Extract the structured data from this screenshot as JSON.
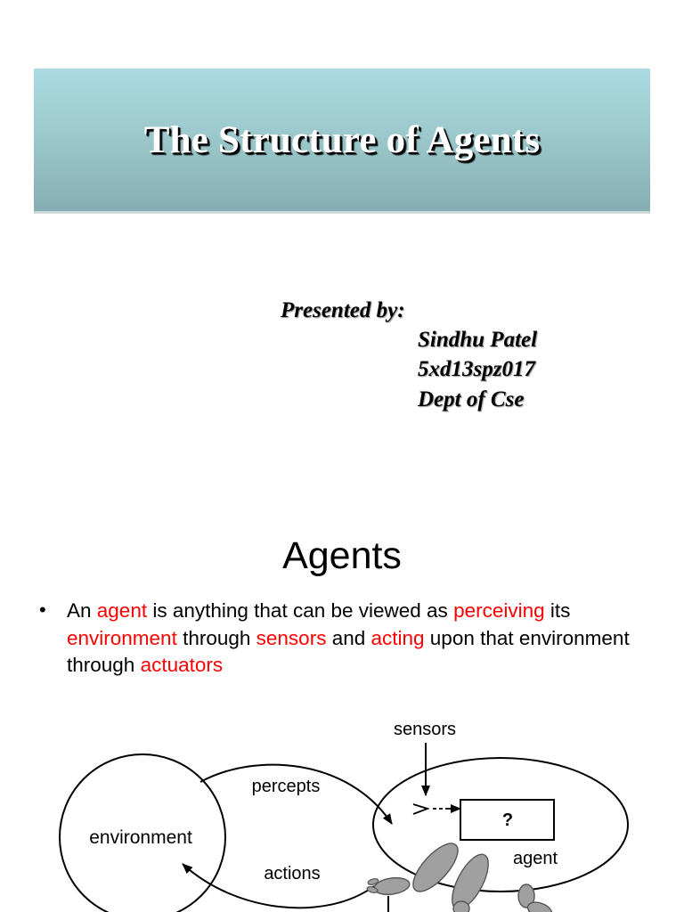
{
  "title": "The Structure of Agents",
  "presenter": {
    "label": "Presented by:",
    "name": "Sindhu Patel",
    "id": "5xd13spz017",
    "dept": "Dept of Cse"
  },
  "section": {
    "heading": "Agents",
    "bullet": {
      "t1": "An ",
      "agent": "agent",
      "t2": " is anything that can be viewed as ",
      "perceiving": "perceiving",
      "t3": " its ",
      "environment": "environment",
      "t4": " through ",
      "sensors": "sensors",
      "t5": " and ",
      "acting": "acting",
      "t6": " upon that environment through ",
      "actuators": "actuators"
    }
  },
  "diagram": {
    "sensors_label": "sensors",
    "percepts_label": "percepts",
    "environment_label": "environment",
    "actions_label": "actions",
    "question_mark": "?",
    "agent_label": "agent"
  },
  "colors": {
    "highlight": "#ff0000",
    "banner_top": "#a9dbe0",
    "banner_bottom": "#86aeb2",
    "limb_fill": "#a0a0a0"
  }
}
